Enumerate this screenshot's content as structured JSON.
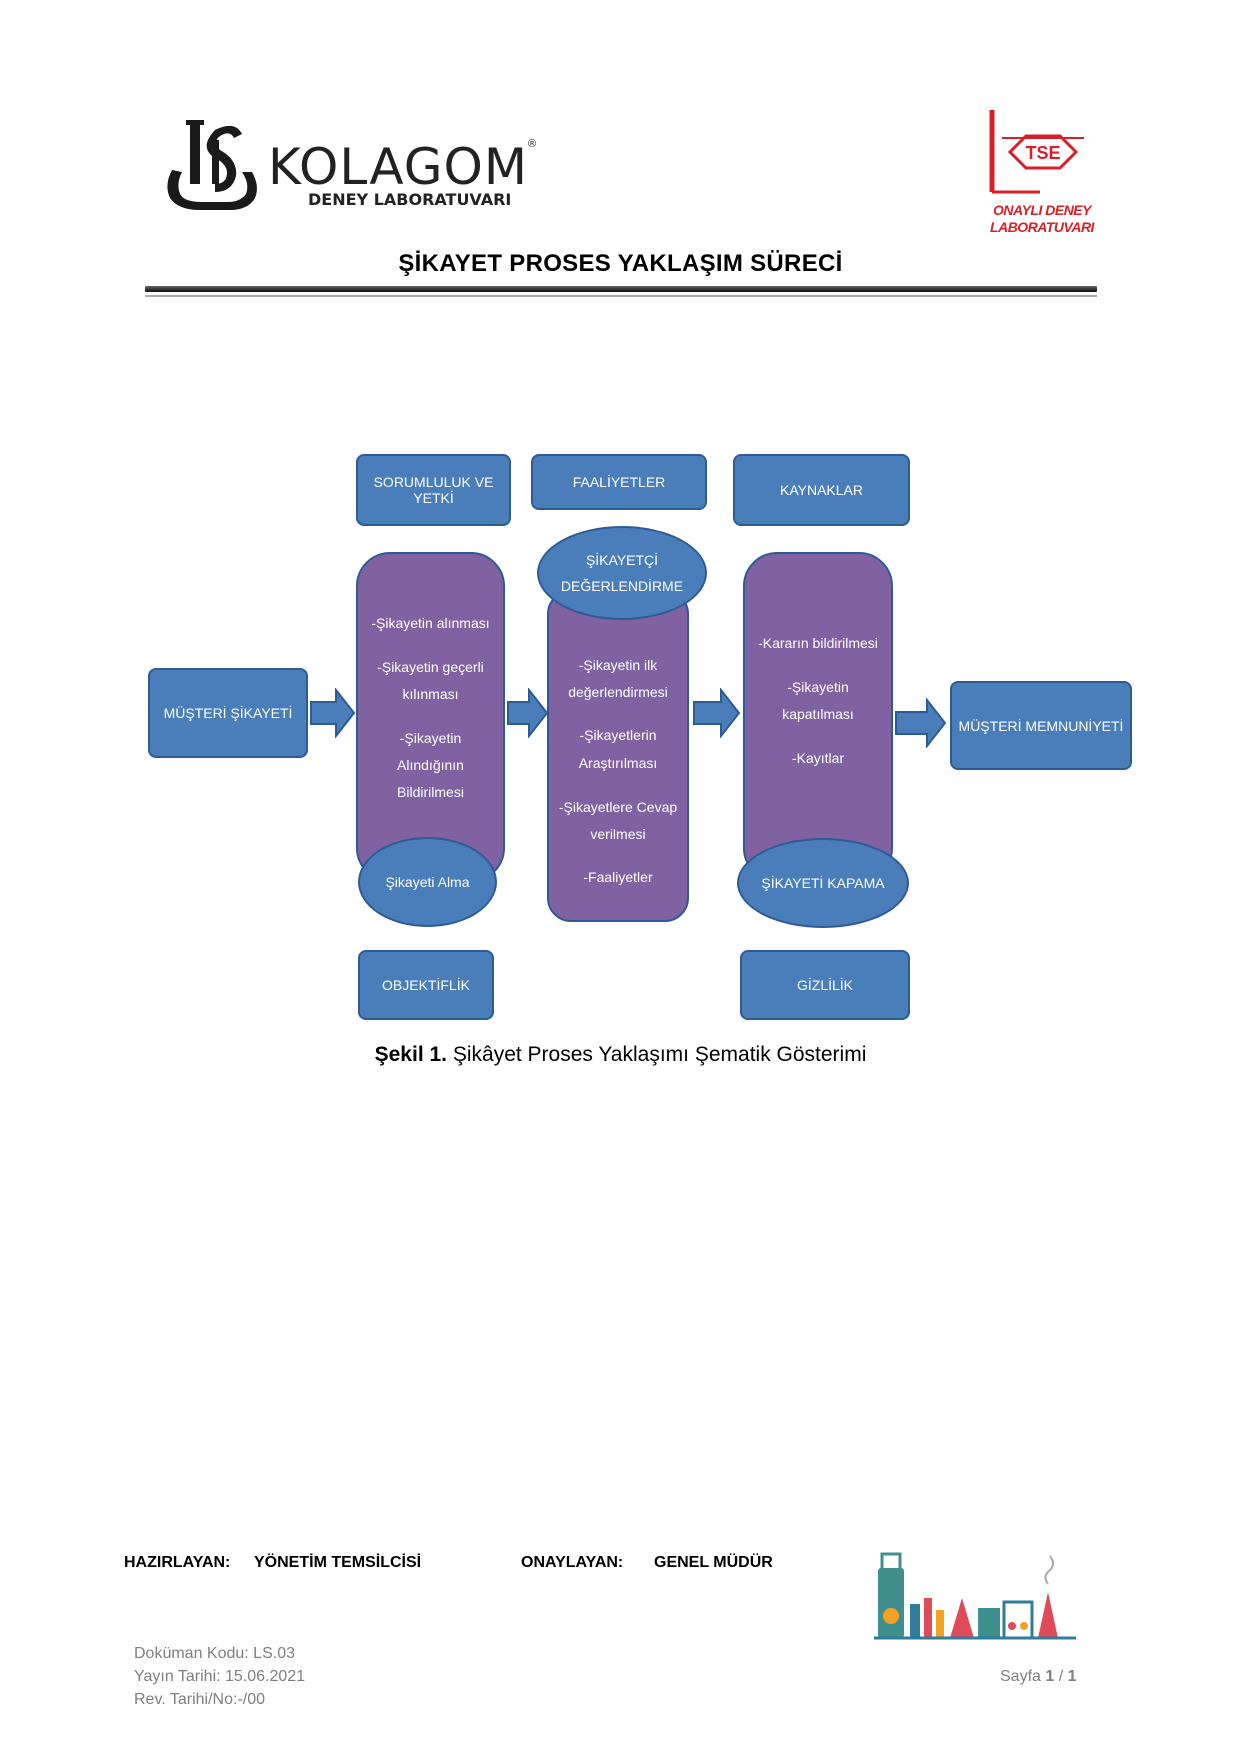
{
  "header": {
    "brand_name": "KOLAGOM",
    "brand_sub": "DENEY LABORATUVARI",
    "brand_registered": "®",
    "tse_mark": "TSE",
    "tse_sub_1": "ONAYLI DENEY",
    "tse_sub_2": "LABORATUVARI",
    "title": "ŞİKAYET PROSES YAKLAŞIM SÜRECİ"
  },
  "diagram": {
    "top_boxes": [
      "SORUMLULUK VE YETKİ",
      "FAALİYETLER",
      "KAYNAKLAR"
    ],
    "input": "MÜŞTERİ ŞİKAYETİ",
    "output": "MÜŞTERİ MEMNUNİYETİ",
    "col1": {
      "lines": [
        "-Şikayetin alınması",
        "-Şikayetin geçerli",
        "kılınması",
        "-Şikayetin",
        "Alındığının",
        "Bildirilmesi"
      ],
      "ellipse": "Şikayeti Alma"
    },
    "col2": {
      "ellipse_1": "ŞİKAYETÇİ",
      "ellipse_2": "DEĞERLENDİRME",
      "lines": [
        "-Şikayetin ilk",
        "değerlendirmesi",
        "-Şikayetlerin",
        "Araştırılması",
        "-Şikayetlere Cevap",
        "verilmesi",
        "-Faaliyetler"
      ]
    },
    "col3": {
      "lines": [
        "-Kararın bildirilmesi",
        "-Şikayetin",
        "kapatılması",
        "-Kayıtlar"
      ],
      "ellipse": "ŞİKAYETİ KAPAMA"
    },
    "bottom_boxes": [
      "OBJEKTİFLİK",
      "GİZLİLİK"
    ],
    "colors": {
      "box_blue": "#4a7ebb",
      "column_purple": "#8062a3",
      "border": "#2f5b93"
    }
  },
  "caption": {
    "label": "Şekil  1.",
    "text": " Şikâyet Proses Yaklaşımı Şematik Gösterimi"
  },
  "footer": {
    "prepared_label": "HAZIRLAYAN:",
    "prepared_value": "YÖNETİM TEMSİLCİSİ",
    "approved_label": "ONAYLAYAN:",
    "approved_value": "GENEL MÜDÜR",
    "doc_code": "Doküman Kodu: LS.03",
    "pub_date": "Yayın Tarihi: 15.06.2021",
    "rev": "Rev. Tarihi/No:-/00",
    "page_prefix": "Sayfa ",
    "page_current": "1",
    "page_sep": " / ",
    "page_total": "1"
  }
}
